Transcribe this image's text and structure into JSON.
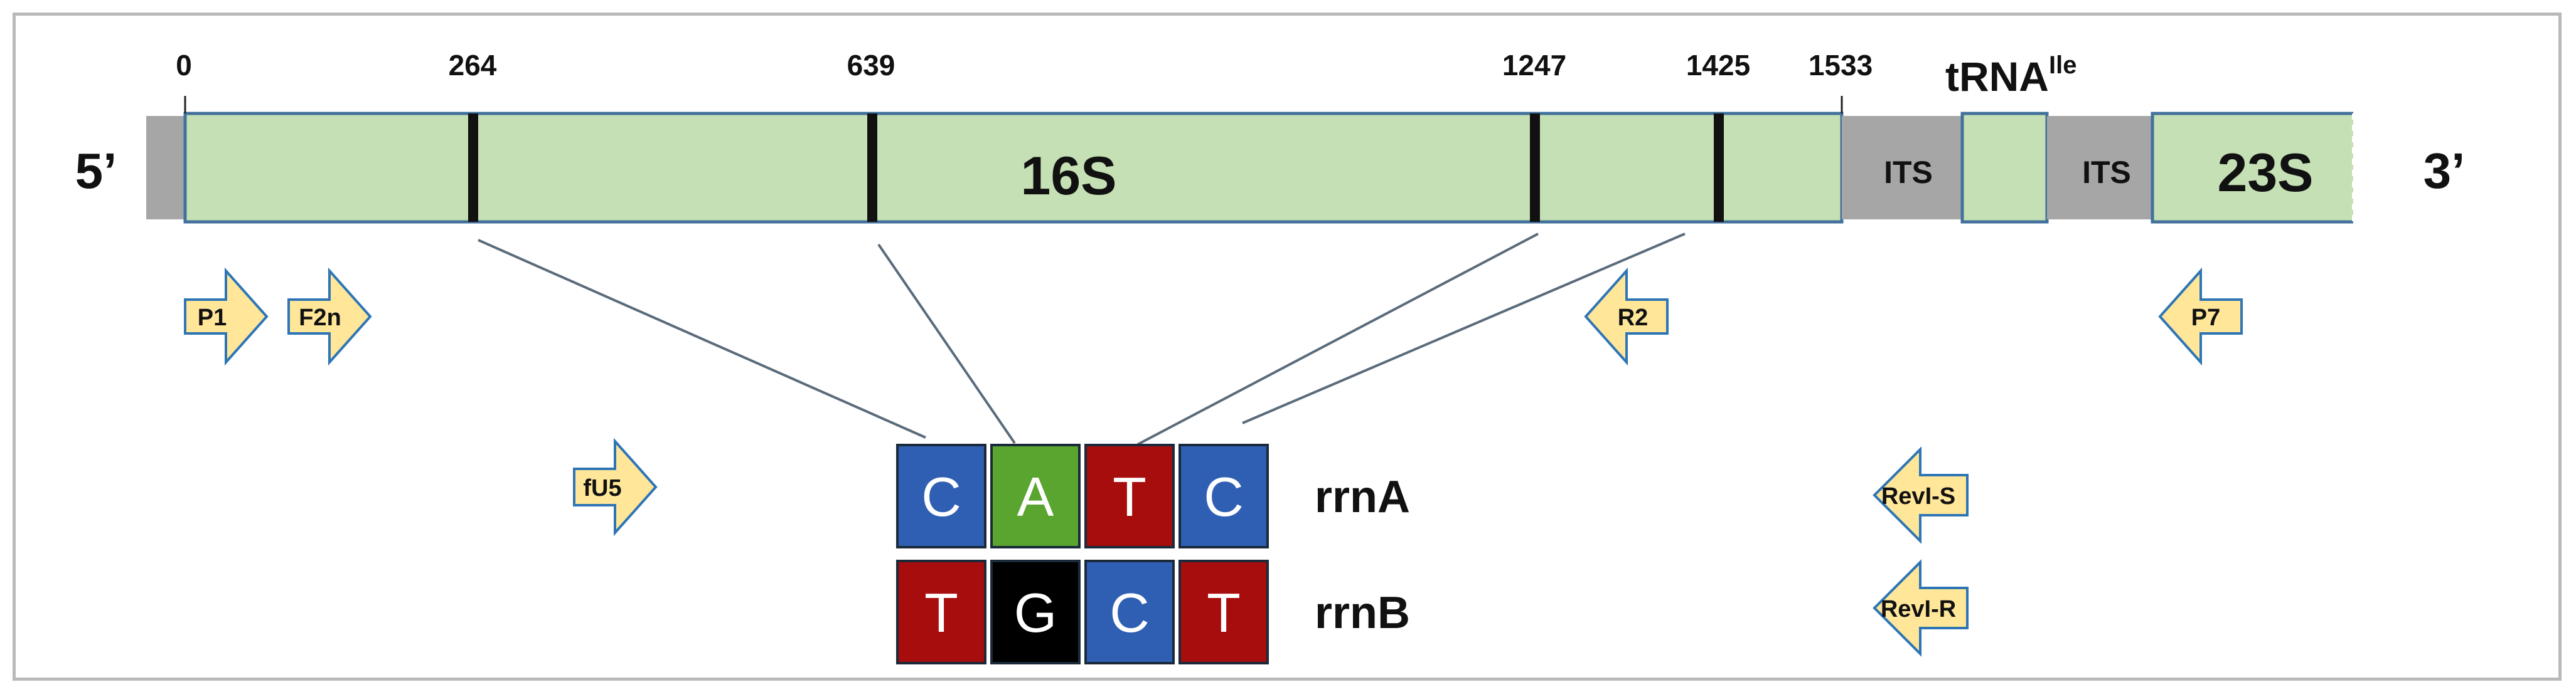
{
  "colors": {
    "rrna": "#c5e0b4",
    "rrna_border": "#41719c",
    "spacer": "#a6a6a6",
    "primer_fill": "#ffe699",
    "primer_border": "#2e75b6",
    "base_C": "#2f5fb3",
    "base_A": "#5aa52f",
    "base_T": "#a80d0d",
    "base_G": "#000000"
  },
  "labels": {
    "five_prime": "5’",
    "three_prime": "3’",
    "s16": "16S",
    "s23": "23S",
    "its_left": "ITS",
    "its_right": "ITS",
    "trna": "tRNA",
    "trna_sup": "Ile"
  },
  "positions": [
    "0",
    "264",
    "639",
    "1247",
    "1425",
    "1533"
  ],
  "primers": [
    {
      "label": "P1",
      "direction": "right"
    },
    {
      "label": "F2n",
      "direction": "right"
    },
    {
      "label": "R2",
      "direction": "left"
    },
    {
      "label": "P7",
      "direction": "left"
    },
    {
      "label": "fU5",
      "direction": "right"
    },
    {
      "label": "RevI-S",
      "direction": "left"
    },
    {
      "label": "RevI-R",
      "direction": "left"
    }
  ],
  "operons": [
    {
      "name": "rrnA",
      "bases": [
        "C",
        "A",
        "T",
        "C"
      ]
    },
    {
      "name": "rrnB",
      "bases": [
        "T",
        "G",
        "C",
        "T"
      ]
    }
  ]
}
